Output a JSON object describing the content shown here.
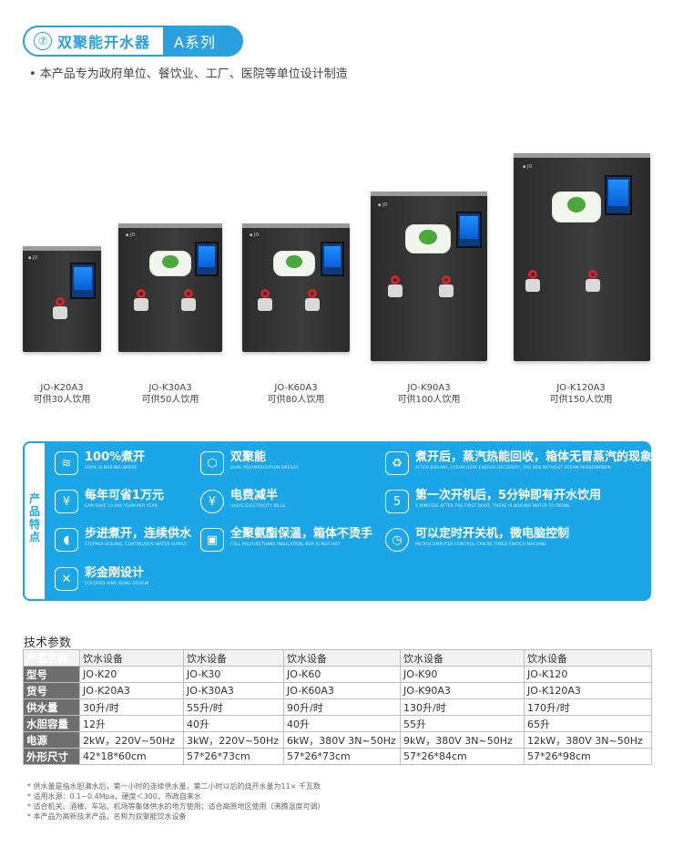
{
  "header": {
    "number": "⑦",
    "title": "双聚能开水器",
    "series": "A系列"
  },
  "intro": "• 本产品专为政府单位、餐饮业、工厂、医院等单位设计制造",
  "machines": [
    {
      "model": "JO-K20A3",
      "capacity": "可供30人饮用"
    },
    {
      "model": "JO-K30A3",
      "capacity": "可供50人饮用"
    },
    {
      "model": "JO-K60A3",
      "capacity": "可供80人饮用"
    },
    {
      "model": "JO-K90A3",
      "capacity": "可供100人饮用"
    },
    {
      "model": "JO-K120A3",
      "capacity": "可供150人饮用"
    }
  ],
  "features": {
    "side_label": "产品特点",
    "items": [
      {
        "icon": "steam-icon",
        "title": "100%煮开",
        "sub": "100% IS BOILING WATER"
      },
      {
        "icon": "hexagon-icon",
        "title": "双聚能",
        "sub": "DUAL POLYMERIZATION ENERGY"
      },
      {
        "icon": "recycle-icon",
        "title": "煮开后，蒸汽热能回收，箱体无冒蒸汽的现象",
        "sub": "AFTER BOILING, STEAM HEAT ENERGY RECOVERY, THE BOX WITHOUT STEAM PHENOMENON"
      },
      {
        "icon": "savings-icon",
        "title": "每年可省1万元",
        "sub": "CAN SAVE 10,000 YUAN PER YEAR"
      },
      {
        "icon": "yen-icon",
        "title": "电费减半",
        "sub": "HALVE ELECTRICITY BILLS"
      },
      {
        "icon": "five-minutes-icon",
        "title": "第一次开机后，5分钟即有开水饮用",
        "sub": "5 MINUTES AFTER THE FIRST BOOT, THERE IS BOILING WATER TO DRINK"
      },
      {
        "icon": "water-drop-icon",
        "title": "步进煮开，连续供水",
        "sub": "STEPPER BOILING, CONTINUOUS WATER SUPPLY"
      },
      {
        "icon": "insulation-icon",
        "title": "全聚氨酯保温，箱体不烫手",
        "sub": "FULL POLYURETHANE INSULATION, BOX IS NOT HOT"
      },
      {
        "icon": "clock-icon",
        "title": "可以定时开关机，微电脑控制",
        "sub": "MICROCOMPUTER CONTROL CAN BE TIMED SWITCH MACHINE"
      },
      {
        "icon": "tools-icon",
        "title": "彩金刚设计",
        "sub": "COLORED KING KONG DESIGN"
      }
    ]
  },
  "specs": {
    "heading": "技术参数",
    "rows": [
      {
        "label": "产品名称",
        "cells": [
          "饮水设备",
          "饮水设备",
          "饮水设备",
          "饮水设备",
          "饮水设备"
        ]
      },
      {
        "label": "型号",
        "cells": [
          "JO-K20",
          "JO-K30",
          "JO-K60",
          "JO-K90",
          "JO-K120"
        ]
      },
      {
        "label": "货号",
        "cells": [
          "JO-K20A3",
          "JO-K30A3",
          "JO-K60A3",
          "JO-K90A3",
          "JO-K120A3"
        ]
      },
      {
        "label": "供水量",
        "cells": [
          "30升/时",
          "55升/时",
          "90升/时",
          "130升/时",
          "170升/时"
        ]
      },
      {
        "label": "水胆容量",
        "cells": [
          "12升",
          "40升",
          "40升",
          "55升",
          "65升"
        ]
      },
      {
        "label": "电源",
        "cells": [
          "2kW，220V~50Hz",
          "3kW，220V~50Hz",
          "6kW，380V 3N~50Hz",
          "9kW，380V 3N~50Hz",
          "12kW，380V 3N~50Hz"
        ]
      },
      {
        "label": "外形尺寸",
        "cells": [
          "42*18*60cm",
          "57*26*73cm",
          "57*26*73cm",
          "57*26*84cm",
          "57*26*98cm"
        ]
      }
    ]
  },
  "notes": [
    "* 供水量是指水胆满水后，第一小时的连续供水量，第二小时以后的烧开水量为11× 千瓦数",
    "* 适用水源：0.1~0.4Mpa，硬度＜300，市政自来水",
    "* 适合机关、酒楼、车站、机场等集体供水的地方使用；适合高原地区使用（沸腾温度可调）",
    "* 本产品为高新技术产品，名称为双聚能饮水设备"
  ]
}
